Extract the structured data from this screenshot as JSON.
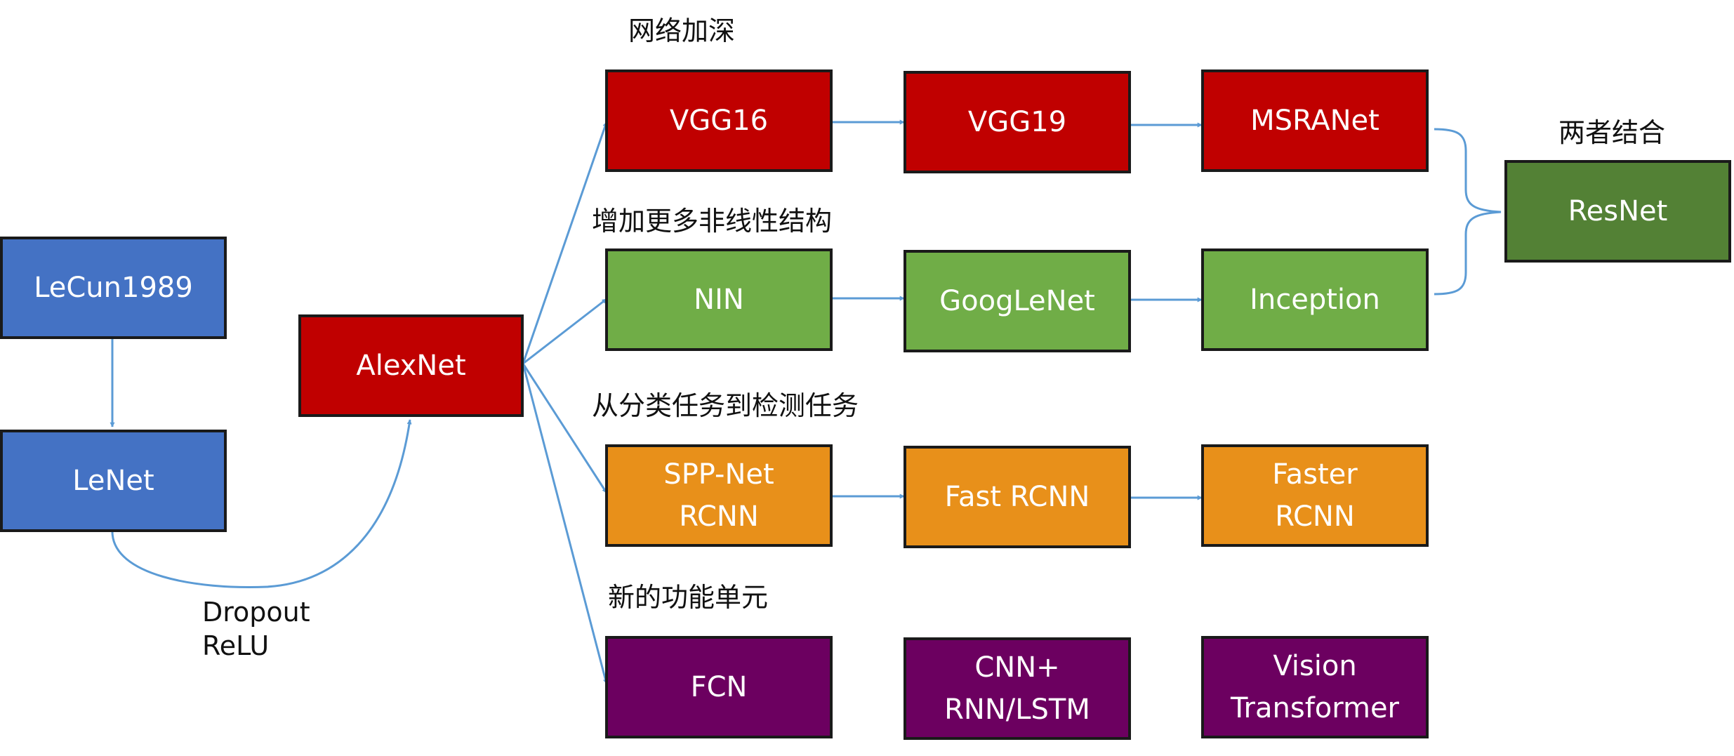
{
  "nodes": {
    "lecun1989": "LeCun1989",
    "lenet": "LeNet",
    "alexnet": "AlexNet",
    "vgg16": "VGG16",
    "vgg19": "VGG19",
    "msranet": "MSRANet",
    "resnet": "ResNet",
    "nin": "NIN",
    "googlenet": "GoogLeNet",
    "inception": "Inception",
    "sppnet": "SPP-Net\nRCNN",
    "fastrcnn": "Fast RCNN",
    "fasterrcnn": "Faster\nRCNN",
    "fcn": "FCN",
    "cnnrnn": "CNN+\nRNN/LSTM",
    "vit": "Vision\nTransformer"
  },
  "labels": {
    "deeper": "网络加深",
    "nonlinear": "增加更多非线性结构",
    "detection": "从分类任务到检测任务",
    "new_units": "新的功能单元",
    "combine": "两者结合",
    "dropout_relu": "Dropout\nReLU"
  },
  "colors": {
    "blue": "#4472c4",
    "red": "#c00000",
    "green": "#70ad47",
    "dark_green": "#538135",
    "orange": "#e8901a",
    "purple": "#6c0060",
    "arrow": "#5b9bd5"
  }
}
